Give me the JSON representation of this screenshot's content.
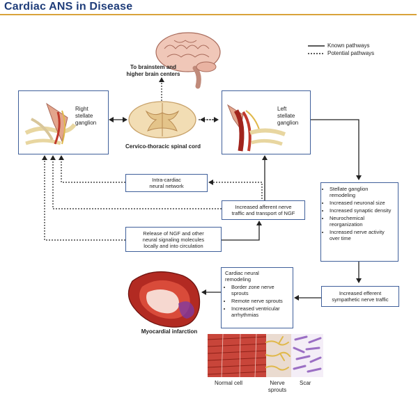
{
  "title": "Cardiac ANS in Disease",
  "legend": {
    "known": "Known pathways",
    "potential": "Potential pathways"
  },
  "labels": {
    "brainstem": [
      "To brainstem and",
      "higher brain centers"
    ],
    "spinal_cord": "Cervico-thoracic spinal cord",
    "right_stellate": [
      "Right",
      "stellate",
      "ganglion"
    ],
    "left_stellate": [
      "Left",
      "stellate",
      "ganglion"
    ],
    "myocardial_infarction": "Myocardial infarction",
    "normal_cell": "Normal cell",
    "nerve_sprouts": [
      "Nerve",
      "sprouts"
    ],
    "scar": "Scar"
  },
  "boxes": {
    "intracardiac": [
      "Intra-cardiac",
      "neural network"
    ],
    "afferent": [
      "Increased afferent nerve",
      "traffic and transport of NGF"
    ],
    "ngf_release": [
      "Release of NGF and other",
      "neural signaling molecules",
      "locally and into circulation"
    ],
    "stellate_remodeling": [
      "Stellate ganglion remodeling",
      "Increased neuronal size",
      "Increased synaptic density",
      "Neurochemical reorganization",
      "Increased nerve activity over time"
    ],
    "efferent": [
      "Increased efferent",
      "sympathetic nerve traffic"
    ],
    "cardiac_remodeling": {
      "heading": [
        "Cardiac neural",
        "remodeling"
      ],
      "items": [
        "Border zone nerve sprouts",
        "Remote nerve sprouts",
        "Increased ventricular arrhythmias"
      ]
    }
  },
  "colors": {
    "title": "#1f3d7a",
    "title_rule": "#d9a23a",
    "box_border": "#3f5f9a",
    "muscle": "#c0392b",
    "nerve": "#e0b84a",
    "scar": "#9b6fc4",
    "spinal_cord": "#f2ddb4"
  }
}
